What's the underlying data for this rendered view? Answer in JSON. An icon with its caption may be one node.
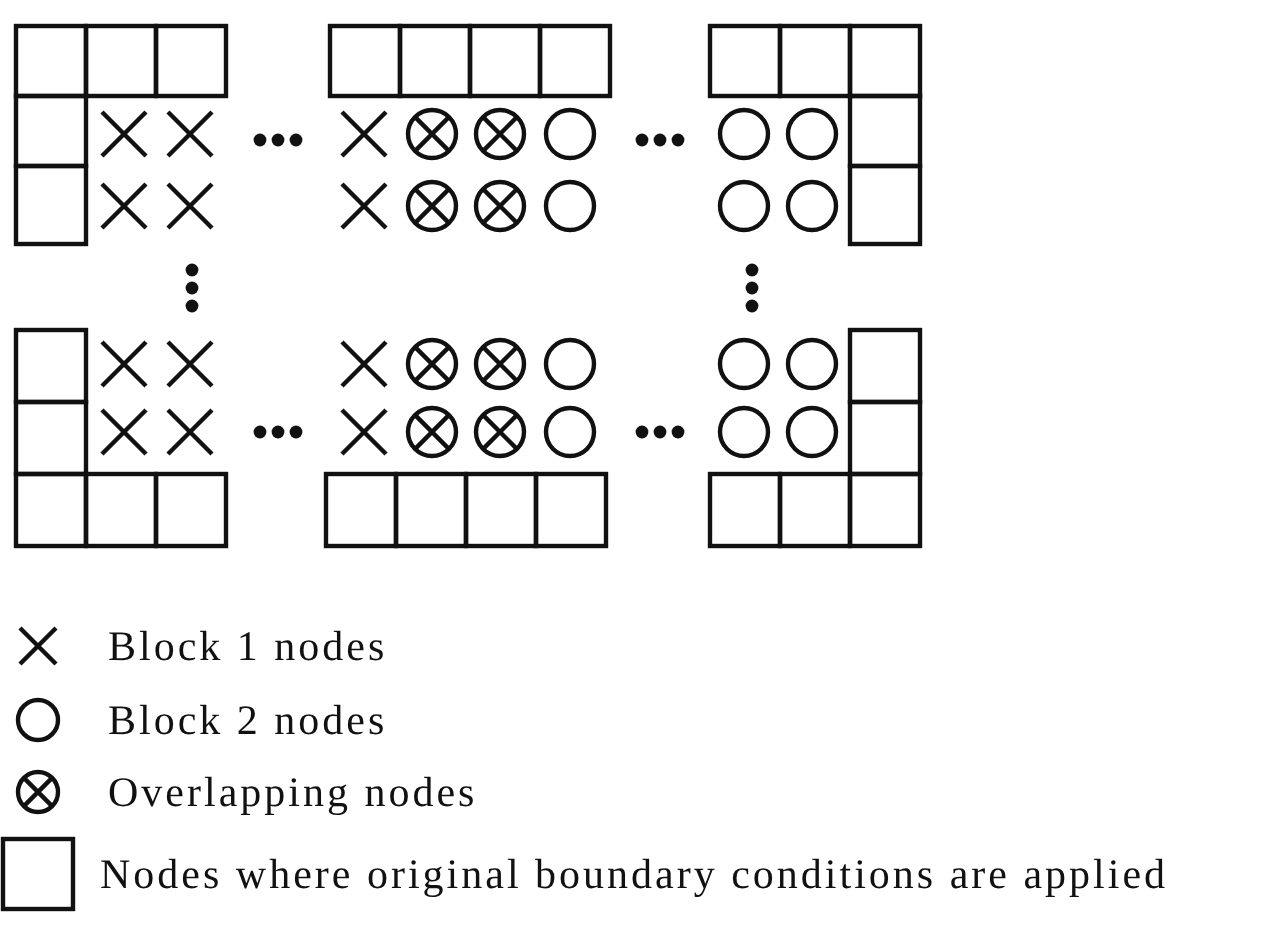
{
  "diagram": {
    "legend": [
      {
        "text": "Block 1 nodes"
      },
      {
        "text": "Block 2 nodes"
      },
      {
        "text": "Overlapping nodes"
      },
      {
        "text": "Nodes where original boundary conditions are applied"
      }
    ]
  }
}
